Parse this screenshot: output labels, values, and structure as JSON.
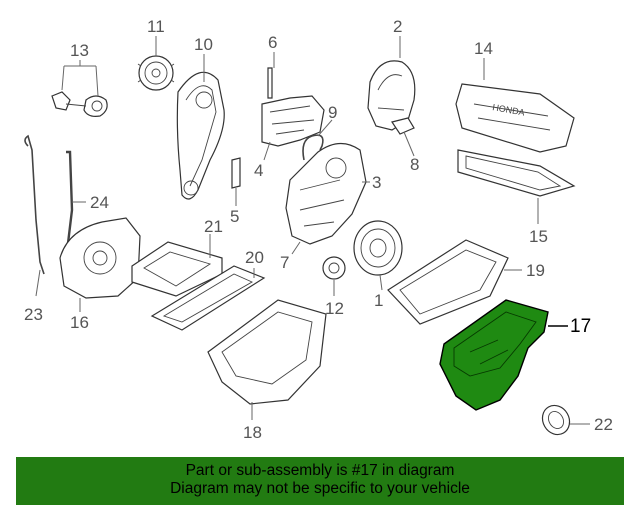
{
  "callouts": [
    {
      "id": "1",
      "label": "1"
    },
    {
      "id": "2",
      "label": "2"
    },
    {
      "id": "3",
      "label": "3"
    },
    {
      "id": "4",
      "label": "4"
    },
    {
      "id": "5",
      "label": "5"
    },
    {
      "id": "6",
      "label": "6"
    },
    {
      "id": "7",
      "label": "7"
    },
    {
      "id": "8",
      "label": "8"
    },
    {
      "id": "9",
      "label": "9"
    },
    {
      "id": "10",
      "label": "10"
    },
    {
      "id": "11",
      "label": "11"
    },
    {
      "id": "12",
      "label": "12"
    },
    {
      "id": "13",
      "label": "13"
    },
    {
      "id": "14",
      "label": "14"
    },
    {
      "id": "15",
      "label": "15"
    },
    {
      "id": "16",
      "label": "16"
    },
    {
      "id": "17",
      "label": "17"
    },
    {
      "id": "18",
      "label": "18"
    },
    {
      "id": "19",
      "label": "19"
    },
    {
      "id": "20",
      "label": "20"
    },
    {
      "id": "21",
      "label": "21"
    },
    {
      "id": "22",
      "label": "22"
    },
    {
      "id": "23",
      "label": "23"
    },
    {
      "id": "24",
      "label": "24"
    }
  ],
  "highlighted_part": "17",
  "highlight_color": "#1f8a12",
  "banner": {
    "line1": "Part or sub-assembly is #17 in diagram",
    "line2": "Diagram may not be specific to your vehicle",
    "color": "#227b12"
  },
  "valve_cover_text": "HONDA"
}
